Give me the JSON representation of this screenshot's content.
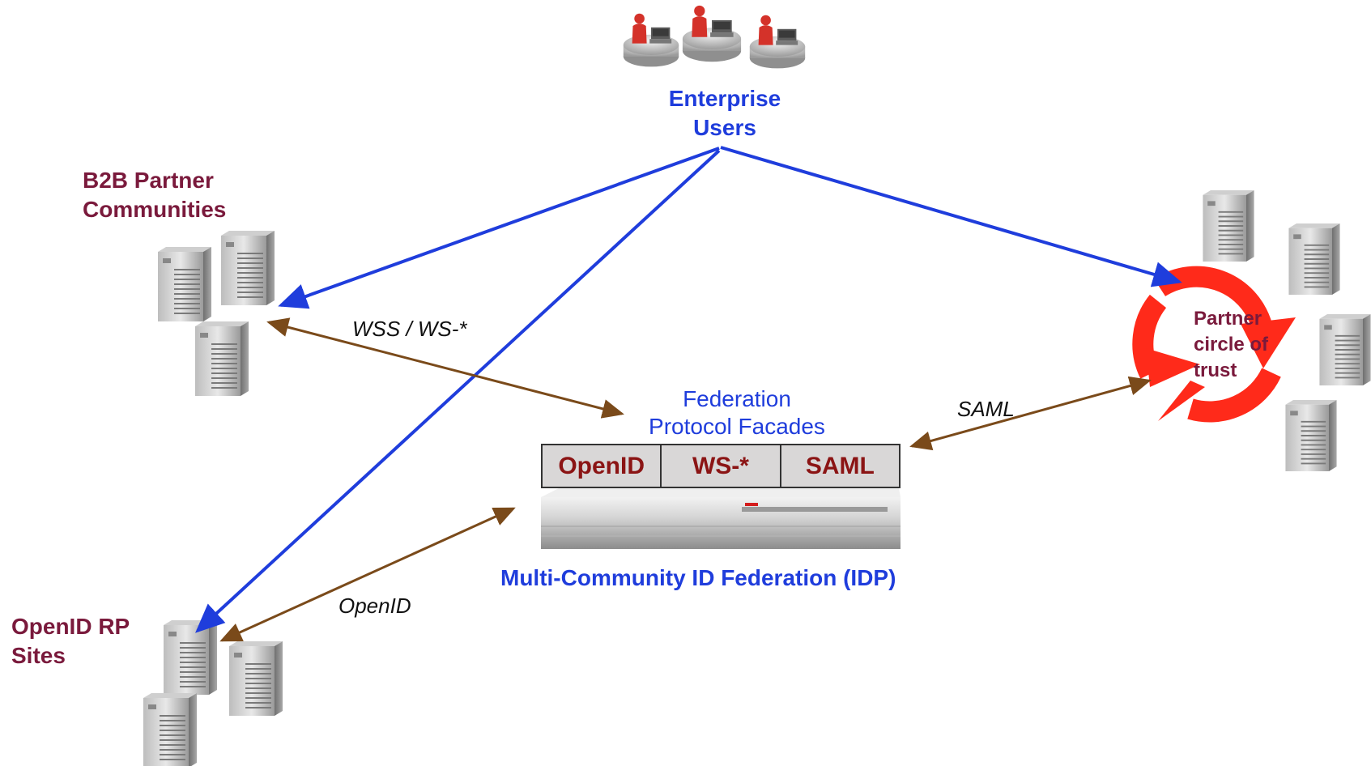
{
  "labels": {
    "enterprise_users": [
      "Enterprise",
      "Users"
    ],
    "b2b": [
      "B2B Partner",
      "Communities"
    ],
    "openid_rp": [
      "OpenID RP",
      "Sites"
    ],
    "federation": [
      "Federation",
      "Protocol Facades"
    ],
    "idp": "Multi-Community ID Federation (IDP)",
    "circle": [
      "Partner",
      "circle of",
      "trust"
    ]
  },
  "facades": [
    "OpenID",
    "WS-*",
    "SAML"
  ],
  "edges": {
    "wss": "WSS / WS-*",
    "saml": "SAML",
    "openid": "OpenID"
  },
  "colors": {
    "blue": "#1f3ddc",
    "brown": "#7a4a1a",
    "maroon": "#7a1a3c",
    "red": "#ff2a1a",
    "facade_text": "#8b1414"
  },
  "icons": {
    "users": "user-at-desk-icon",
    "servers": "server-tower-icon",
    "idp": "rack-server-icon",
    "circle": "circular-arrows-icon"
  }
}
